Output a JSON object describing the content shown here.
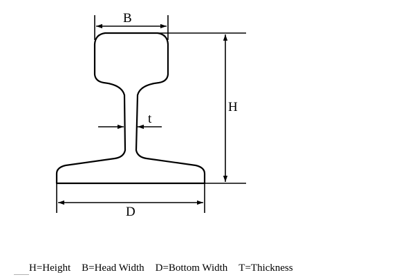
{
  "diagram": {
    "label_head_width": "B",
    "label_height": "H",
    "label_thickness": "t",
    "label_bottom_width": "D"
  },
  "legend": {
    "height": "H=Height",
    "head_width": "B=Head Width",
    "bottom_width": "D=Bottom Width",
    "thickness": "T=Thickness"
  },
  "colors": {
    "stroke": "#000000",
    "background": "#ffffff"
  }
}
